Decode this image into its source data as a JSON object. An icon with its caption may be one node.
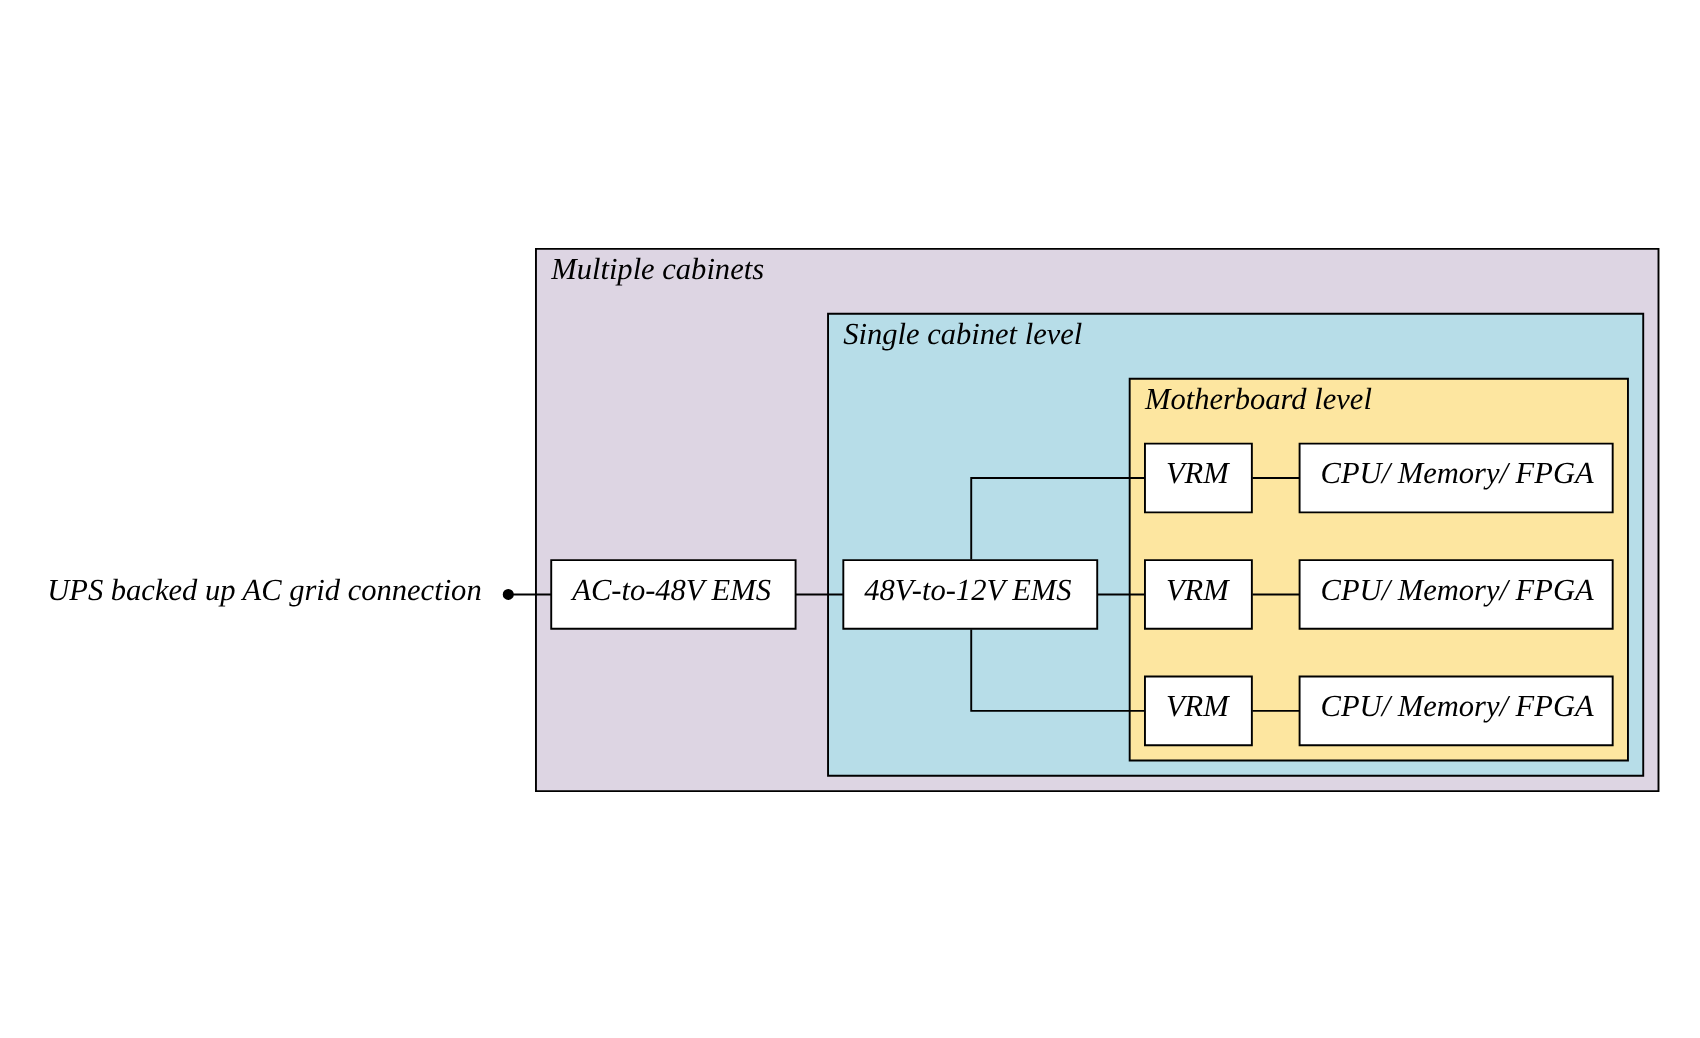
{
  "diagram": {
    "nodes": [
      {
        "text": [
          "Multiple cabinets"
        ]
      },
      {
        "text": [
          "Single cabinet level"
        ],
        "in": 0
      },
      {
        "text": [
          "Motherboard level"
        ],
        "in": 1
      },
      {
        "text": [
          "UPS backed up AC grid connection"
        ]
      },
      {
        "text": [
          "AC-to-48V EMS"
        ],
        "in": 0
      },
      {
        "text": [
          "48V-to-12V EMS"
        ],
        "in": 1
      },
      {
        "text": [
          "VRM"
        ],
        "in": 2
      },
      {
        "text": [
          "CPU/ Memory/ FPGA"
        ],
        "in": 2
      },
      {
        "text": [
          "VRM"
        ],
        "in": 2
      },
      {
        "text": [
          "CPU/ Memory/ FPGA"
        ],
        "in": 2
      },
      {
        "text": [
          "VRM"
        ],
        "in": 2
      },
      {
        "text": [
          "CPU/ Memory/ FPGA"
        ],
        "in": 2
      }
    ],
    "edges": [
      {
        "from": 3,
        "to": 4,
        "arrow": "other"
      },
      {
        "from": 4,
        "to": 5,
        "arrow": "none"
      },
      {
        "from": 5,
        "to": 6,
        "arrow": "none"
      },
      {
        "from": 5,
        "to": 8,
        "arrow": "none"
      },
      {
        "from": 5,
        "to": 10,
        "arrow": "none"
      },
      {
        "from": 6,
        "to": 7,
        "arrow": "none"
      },
      {
        "from": 8,
        "to": 9,
        "arrow": "none"
      },
      {
        "from": 10,
        "to": 11,
        "arrow": "none"
      }
    ]
  }
}
